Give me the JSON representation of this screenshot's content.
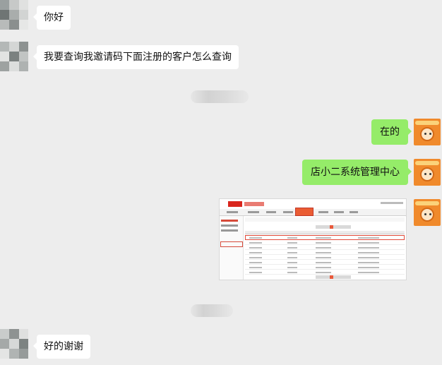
{
  "chat": {
    "messages": [
      {
        "side": "left",
        "text": "你好"
      },
      {
        "side": "left",
        "text": "我要查询我邀请码下面注册的客户怎么查询"
      },
      {
        "side": "right",
        "text": "在的"
      },
      {
        "side": "right",
        "text": "店小二系统管理中心"
      },
      {
        "side": "right",
        "type": "image"
      },
      {
        "side": "left",
        "text": "好的谢谢"
      }
    ]
  },
  "colors": {
    "background": "#ededed",
    "bubble_left": "#ffffff",
    "bubble_right": "#95ec69",
    "avatar_right": "#f08a2c",
    "screenshot_accent": "#ea5c33"
  },
  "icons": {
    "left_avatar": "pixelated-avatar",
    "right_avatar": "cartoon-mascot-avatar"
  }
}
